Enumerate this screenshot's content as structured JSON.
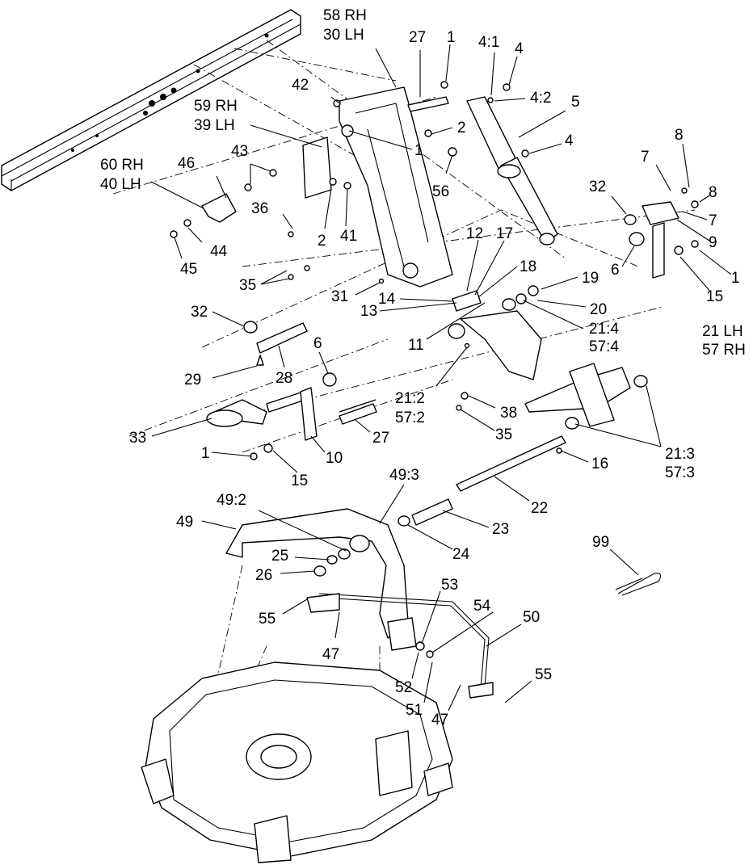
{
  "labels": [
    {
      "id": "l58rh",
      "text": "58 RH"
    },
    {
      "id": "l30lh",
      "text": "30 LH"
    },
    {
      "id": "l27a",
      "text": "27"
    },
    {
      "id": "l1a",
      "text": "1"
    },
    {
      "id": "l4-1",
      "text": "4:1"
    },
    {
      "id": "l4a",
      "text": "4"
    },
    {
      "id": "l4-2",
      "text": "4:2"
    },
    {
      "id": "l5",
      "text": "5"
    },
    {
      "id": "l42",
      "text": "42"
    },
    {
      "id": "l59rh",
      "text": "59 RH"
    },
    {
      "id": "l39lh",
      "text": "39 LH"
    },
    {
      "id": "l2a",
      "text": "2"
    },
    {
      "id": "l1b",
      "text": "1"
    },
    {
      "id": "l4b",
      "text": "4"
    },
    {
      "id": "l8a",
      "text": "8"
    },
    {
      "id": "l60rh",
      "text": "60 RH"
    },
    {
      "id": "l40lh",
      "text": "40 LH"
    },
    {
      "id": "l46",
      "text": "46"
    },
    {
      "id": "l43",
      "text": "43"
    },
    {
      "id": "l7a",
      "text": "7"
    },
    {
      "id": "l32a",
      "text": "32"
    },
    {
      "id": "l56",
      "text": "56"
    },
    {
      "id": "l8b",
      "text": "8"
    },
    {
      "id": "l36",
      "text": "36"
    },
    {
      "id": "l7b",
      "text": "7"
    },
    {
      "id": "l2b",
      "text": "2"
    },
    {
      "id": "l41",
      "text": "41"
    },
    {
      "id": "l9",
      "text": "9"
    },
    {
      "id": "l12",
      "text": "12"
    },
    {
      "id": "l17",
      "text": "17"
    },
    {
      "id": "l44",
      "text": "44"
    },
    {
      "id": "l45",
      "text": "45"
    },
    {
      "id": "l6a",
      "text": "6"
    },
    {
      "id": "l1c",
      "text": "1"
    },
    {
      "id": "l18",
      "text": "18"
    },
    {
      "id": "l35a",
      "text": "35"
    },
    {
      "id": "l19",
      "text": "19"
    },
    {
      "id": "l15a",
      "text": "15"
    },
    {
      "id": "l31",
      "text": "31"
    },
    {
      "id": "l14",
      "text": "14"
    },
    {
      "id": "l20",
      "text": "20"
    },
    {
      "id": "l32b",
      "text": "32"
    },
    {
      "id": "l13",
      "text": "13"
    },
    {
      "id": "l21-4",
      "text": "21:4"
    },
    {
      "id": "l57-4",
      "text": "57:4"
    },
    {
      "id": "l21lh",
      "text": "21 LH"
    },
    {
      "id": "l57rh",
      "text": "57 RH"
    },
    {
      "id": "l11",
      "text": "11"
    },
    {
      "id": "l6b",
      "text": "6"
    },
    {
      "id": "l29",
      "text": "29"
    },
    {
      "id": "l28",
      "text": "28"
    },
    {
      "id": "l21-2",
      "text": "21:2"
    },
    {
      "id": "l57-2",
      "text": "57:2"
    },
    {
      "id": "l38",
      "text": "38"
    },
    {
      "id": "l33",
      "text": "33"
    },
    {
      "id": "l35b",
      "text": "35"
    },
    {
      "id": "l27b",
      "text": "27"
    },
    {
      "id": "l1d",
      "text": "1"
    },
    {
      "id": "l10",
      "text": "10"
    },
    {
      "id": "l16",
      "text": "16"
    },
    {
      "id": "l21-3",
      "text": "21:3"
    },
    {
      "id": "l57-3",
      "text": "57:3"
    },
    {
      "id": "l15b",
      "text": "15"
    },
    {
      "id": "l49-3",
      "text": "49:3"
    },
    {
      "id": "l22",
      "text": "22"
    },
    {
      "id": "l49-2",
      "text": "49:2"
    },
    {
      "id": "l49",
      "text": "49"
    },
    {
      "id": "l23",
      "text": "23"
    },
    {
      "id": "l99",
      "text": "99"
    },
    {
      "id": "l25",
      "text": "25"
    },
    {
      "id": "l24",
      "text": "24"
    },
    {
      "id": "l26",
      "text": "26"
    },
    {
      "id": "l53",
      "text": "53"
    },
    {
      "id": "l54",
      "text": "54"
    },
    {
      "id": "l50",
      "text": "50"
    },
    {
      "id": "l55a",
      "text": "55"
    },
    {
      "id": "l47a",
      "text": "47"
    },
    {
      "id": "l55b",
      "text": "55"
    },
    {
      "id": "l52",
      "text": "52"
    },
    {
      "id": "l51",
      "text": "51"
    },
    {
      "id": "l47b",
      "text": "47"
    }
  ]
}
